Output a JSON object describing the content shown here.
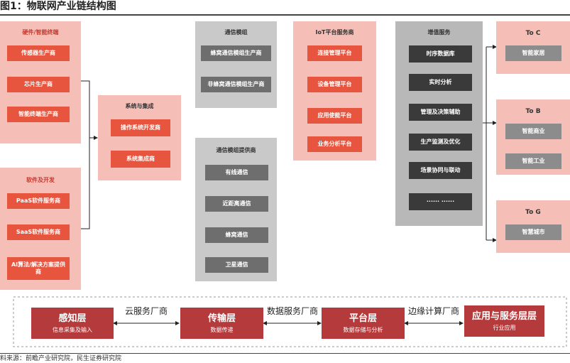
{
  "title": "图1：物联网产业链结构图",
  "hardware": {
    "title": "硬件/智能终端",
    "items": [
      "传感器生产商",
      "芯片生产商",
      "智能终端生产商"
    ]
  },
  "software": {
    "title": "软件及开发",
    "items": [
      "PaaS软件服务商",
      "SaaS软件服务商",
      "AI算法/解决方案提供商"
    ]
  },
  "integration": {
    "title": "系统与集成",
    "items": [
      "操作系统开发商",
      "系统集成商"
    ]
  },
  "modules": {
    "title": "通信模组",
    "items": [
      "蜂窝通信模组生产商",
      "非蜂窝通信模组生产商"
    ]
  },
  "module_providers": {
    "title": "通信模组提供商",
    "items": [
      "有线通信",
      "近距离通信",
      "蜂窝通信",
      "卫星通信"
    ]
  },
  "iot_platform": {
    "title": "IoT平台服务商",
    "items": [
      "连接管理平台",
      "设备管理平台",
      "应用使能平台",
      "业务分析平台"
    ]
  },
  "value_added": {
    "title": "增值服务",
    "items": [
      "时序数据库",
      "实时分析",
      "管理及决策辅助",
      "生产监测及优化",
      "场景协同与联动",
      "······ ······"
    ]
  },
  "to_c": {
    "title": "To C",
    "items": [
      "智能家居"
    ]
  },
  "to_b": {
    "title": "To B",
    "items": [
      "智能商业",
      "智能工业"
    ]
  },
  "to_g": {
    "title": "To G",
    "items": [
      "智慧城市"
    ]
  },
  "layers": [
    {
      "title": "感知层",
      "subtitle": "信息采集及输入"
    },
    {
      "title": "传输层",
      "subtitle": "数据传递"
    },
    {
      "title": "平台层",
      "subtitle": "数据存储与分析"
    },
    {
      "title": "应用与服务层层",
      "subtitle": "行业应用"
    }
  ],
  "connectors": [
    "云服务厂商",
    "数据服务厂商",
    "边缘计算厂商"
  ],
  "source": "料来源：前瞻产业研究院，民生证券研究院",
  "colors": {
    "panel_pink": "#f5bfb8",
    "panel_grey": "#c9c9c9",
    "box_red": "#e8553f",
    "box_grey": "#6e6e6e",
    "layer_red": "#b53a3c"
  }
}
